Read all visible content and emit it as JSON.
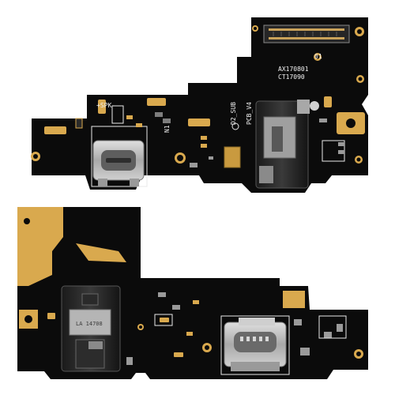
{
  "image": {
    "background": "#ffffff",
    "board_color": "#0b0b0b",
    "copper_color": "#d9a94e",
    "metal_color": "#b8b8b8"
  },
  "top_board": {
    "silkscreen": {
      "speaker_label": "+SPK-",
      "part_number_1": "AX170801",
      "part_number_2": "CT17090",
      "board_id_1": "D2_SUB",
      "board_id_2": "PCB_V4",
      "revision": "01",
      "marker_p": "N1"
    },
    "components": {
      "flex_connector": "board-to-board-connector",
      "usb_port": "usb-c-port",
      "audio_jack": "headphone-jack",
      "microphone": "microphone"
    }
  },
  "bottom_board": {
    "silkscreen": {
      "jack_label": "LA 14708"
    },
    "components": {
      "usb_port": "usb-c-port",
      "audio_jack": "headphone-jack"
    }
  }
}
